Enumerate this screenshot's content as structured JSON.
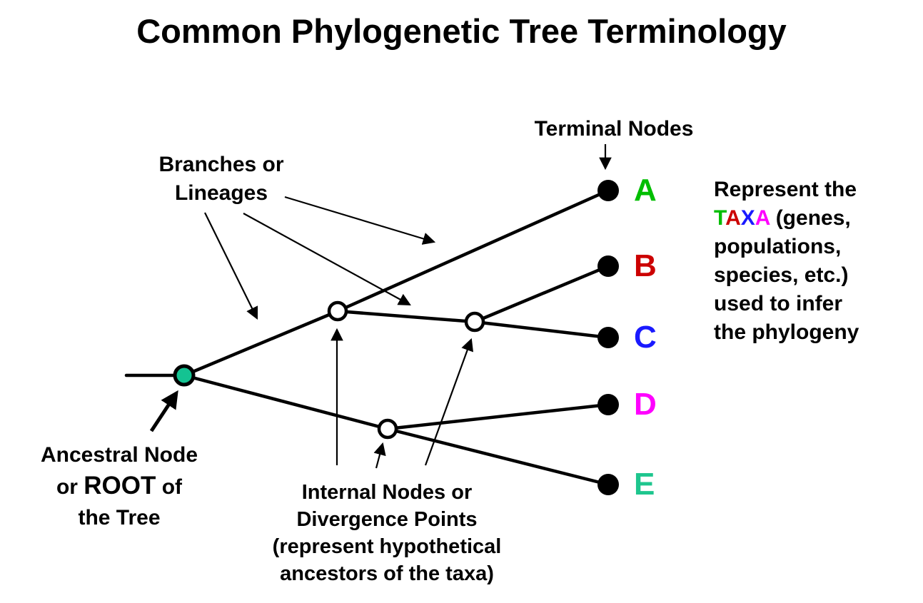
{
  "title": "Common Phylogenetic Tree Terminology",
  "tree": {
    "terminal_nodes_label": "Terminal Nodes",
    "branches_label": {
      "line1": "Branches or",
      "line2": "Lineages"
    },
    "ancestral_label": {
      "line1": "Ancestral Node",
      "line2_pre": "or ",
      "line2_root": "ROOT",
      "line2_post": " of",
      "line3": "the Tree"
    },
    "internal_label": {
      "line1": "Internal Nodes or",
      "line2": "Divergence Points",
      "line3": "(represent hypothetical",
      "line4": "ancestors of the taxa)"
    },
    "taxa": [
      {
        "label": "A",
        "color": "#00be00"
      },
      {
        "label": "B",
        "color": "#cc0000"
      },
      {
        "label": "C",
        "color": "#1a1aff"
      },
      {
        "label": "D",
        "color": "#ff00ff"
      },
      {
        "label": "E",
        "color": "#1ec68e"
      }
    ],
    "node_colors": {
      "root_fill": "#14c392",
      "internal_fill": "#ffffff",
      "terminal_fill": "#000000"
    }
  },
  "description": {
    "line1": "Represent the",
    "taxa_word": [
      {
        "char": "T",
        "color": "#00be00"
      },
      {
        "char": "A",
        "color": "#cc0000"
      },
      {
        "char": "X",
        "color": "#1a1aff"
      },
      {
        "char": "A",
        "color": "#ff00ff"
      }
    ],
    "line2_rest": " (genes,",
    "line3": "populations,",
    "line4": "species, etc.)",
    "line5": "used to infer",
    "line6": "the phylogeny"
  }
}
